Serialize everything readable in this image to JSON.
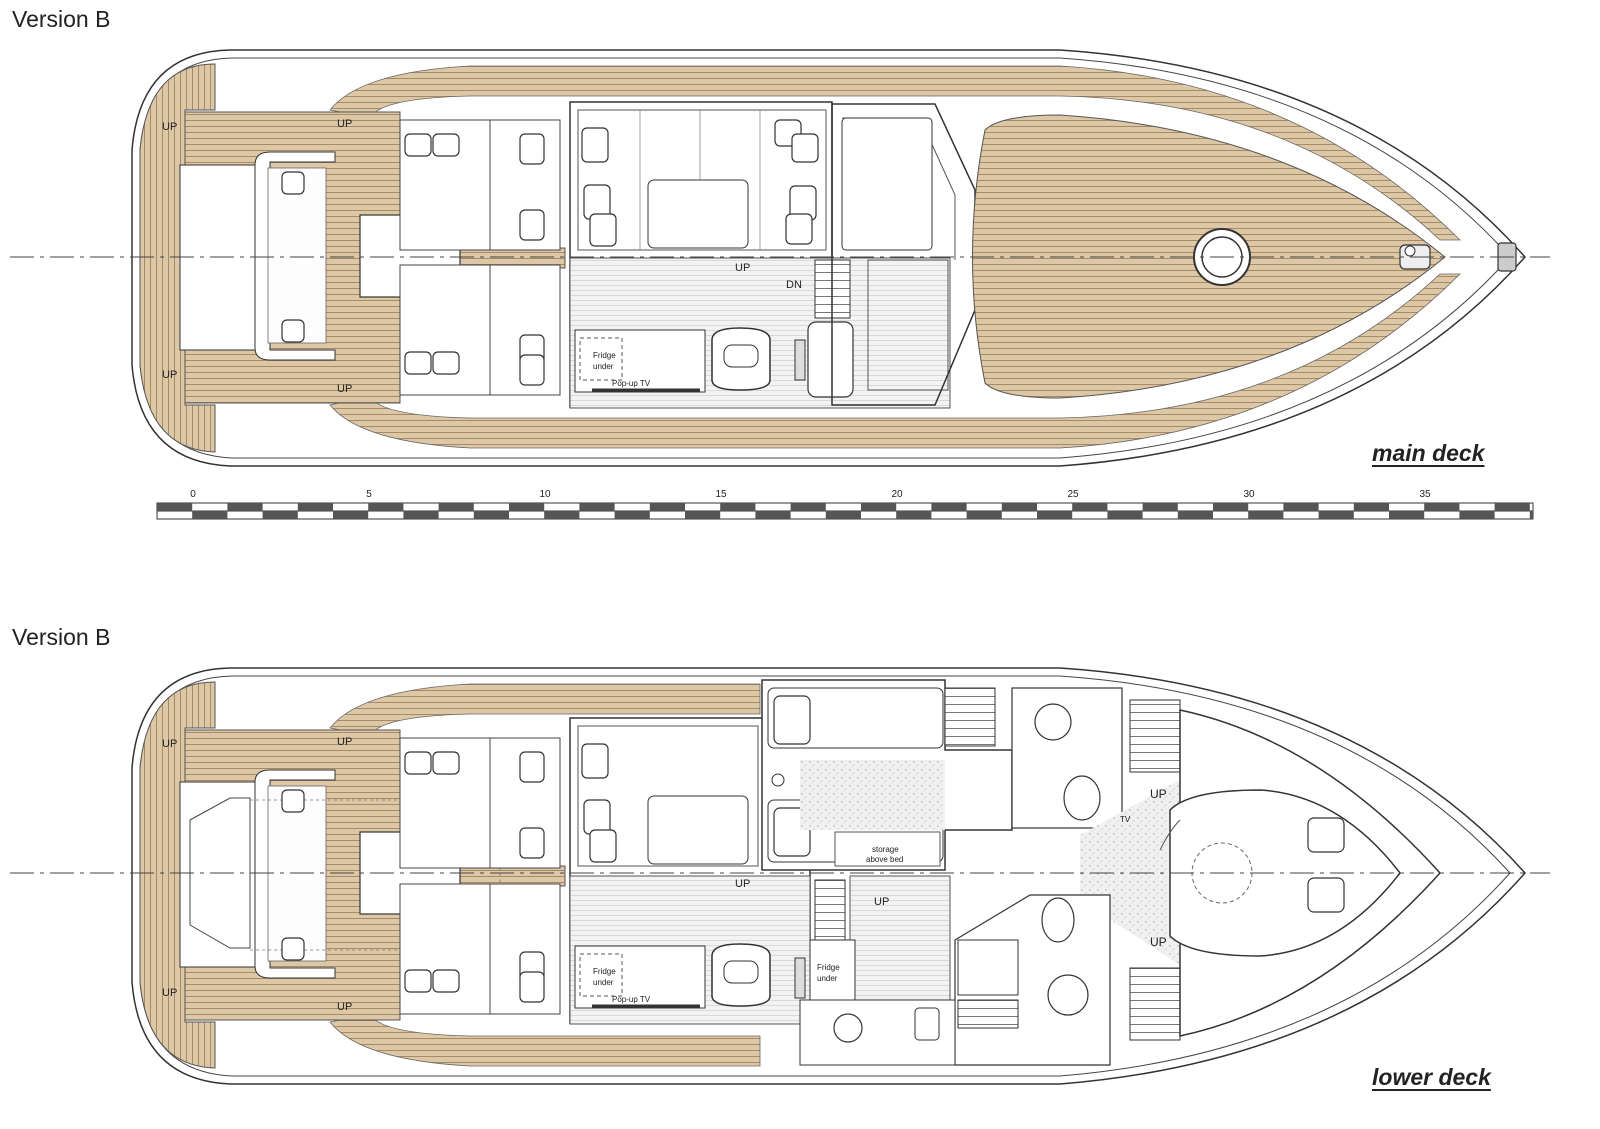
{
  "main_plan": {
    "version": "Version B",
    "deck": "main deck",
    "labels": {
      "up": "UP",
      "dn": "DN",
      "fridge_line1": "Fridge",
      "fridge_line2": "under",
      "popup_tv": "Pop-up TV"
    }
  },
  "lower_plan": {
    "version": "Version B",
    "deck": "lower deck",
    "labels": {
      "up": "UP",
      "fridge_line1": "Fridge",
      "fridge_line2": "under",
      "popup_tv": "Pop-up TV",
      "storage_line1": "storage",
      "storage_line2": "above bed",
      "tv": "TV"
    }
  },
  "scale_bar": {
    "ticks": [
      "0",
      "5",
      "10",
      "15",
      "20",
      "25",
      "30",
      "35"
    ]
  },
  "colors": {
    "teak": "#d8c3a3",
    "teak_line": "#a07850",
    "hull_line": "#333333",
    "floor": "#eeeeee"
  }
}
